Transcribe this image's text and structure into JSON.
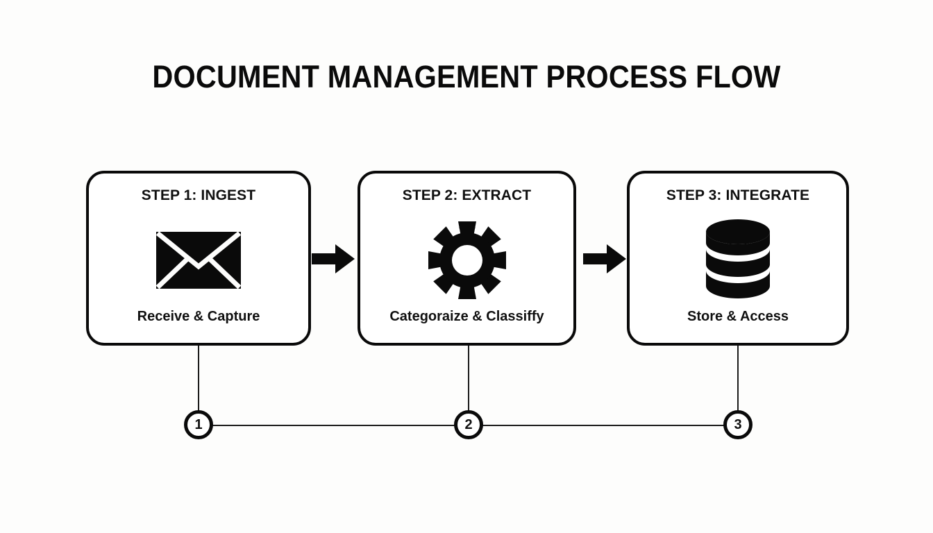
{
  "title": "DOCUMENT MANAGEMENT PROCESS FLOW",
  "colors": {
    "background": "#fdfdfc",
    "ink": "#0a0a0a",
    "box_fill": "#ffffff",
    "line": "#1b1b1b"
  },
  "steps": [
    {
      "header": "STEP 1: INGEST",
      "caption": "Receive & Capture",
      "icon": "envelope-icon",
      "node_number": "1"
    },
    {
      "header": "STEP 2: EXTRACT",
      "caption": "Categoraize & Classiffy",
      "icon": "gear-icon",
      "node_number": "2"
    },
    {
      "header": "STEP 3: INTEGRATE",
      "caption": "Store & Access",
      "icon": "database-icon",
      "node_number": "3"
    }
  ],
  "arrows": [
    {
      "from": "STEP 1: INGEST",
      "to": "STEP 2: EXTRACT",
      "direction": "right"
    },
    {
      "from": "STEP 2: EXTRACT",
      "to": "STEP 3: INTEGRATE",
      "direction": "right"
    }
  ]
}
